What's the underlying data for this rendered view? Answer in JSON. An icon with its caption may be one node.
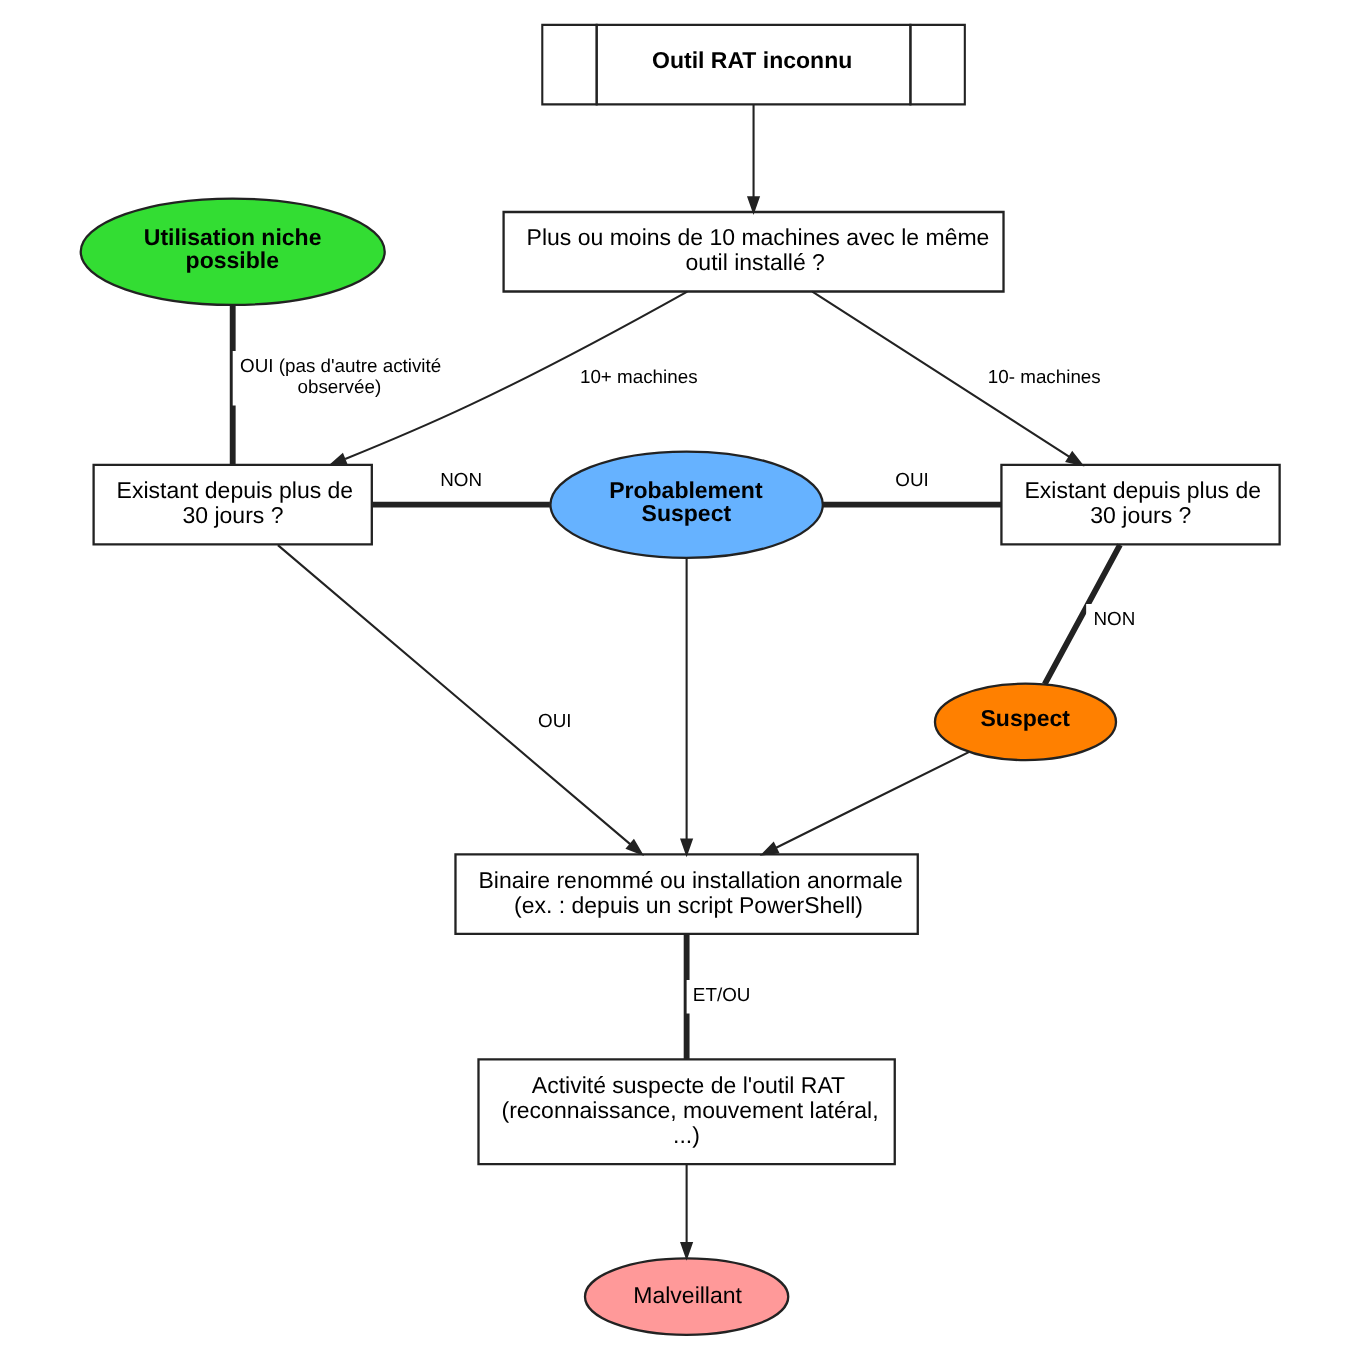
{
  "diagram": {
    "nodes": [
      {
        "text": [
          "Outil RAT inconnu"
        ]
      },
      {
        "text": [
          "Plus ou moins de 10 machines avec le même outil installé ?"
        ]
      },
      {
        "text": [
          "Utilisation niche possible"
        ]
      },
      {
        "text": [
          "Existant depuis plus de 30 jours ?"
        ]
      },
      {
        "text": [
          "Probablement Suspect"
        ]
      },
      {
        "text": [
          "Existant depuis plus de 30 jours ?"
        ]
      },
      {
        "text": [
          "Binaire renommé ou installation anormale (ex. : depuis un script PowerShell)"
        ]
      },
      {
        "text": [
          "Suspect"
        ]
      },
      {
        "text": [
          "Activité suspecte de l'outil RAT (reconnaissance, mouvement latéral, ...)"
        ]
      },
      {
        "text": [
          "Malveillant"
        ]
      }
    ],
    "edges": [
      {
        "from": 0,
        "to": 1,
        "arrow": "to"
      },
      {
        "from": 1,
        "to": 3,
        "arrow": "to",
        "label": "10+ machines"
      },
      {
        "from": 1,
        "to": 5,
        "arrow": "to",
        "label": "10- machines"
      },
      {
        "from": 3,
        "to": 2,
        "arrow": "none",
        "label": "OUI (pas d'autre activité observée)",
        "style": "thick"
      },
      {
        "from": 3,
        "to": 4,
        "arrow": "none",
        "label": "NON",
        "style": "thick"
      },
      {
        "from": 4,
        "to": 5,
        "arrow": "none",
        "label": "OUI",
        "style": "thick"
      },
      {
        "from": 3,
        "to": 6,
        "arrow": "to",
        "label": "OUI"
      },
      {
        "from": 4,
        "to": 6,
        "arrow": "to"
      },
      {
        "from": 5,
        "to": 7,
        "arrow": "none",
        "label": "NON",
        "style": "thick"
      },
      {
        "from": 7,
        "to": 6,
        "arrow": "to"
      },
      {
        "from": 6,
        "to": 8,
        "arrow": "none",
        "label": "ET/OU",
        "style": "thick"
      },
      {
        "from": 8,
        "to": 9,
        "arrow": "to"
      }
    ]
  }
}
